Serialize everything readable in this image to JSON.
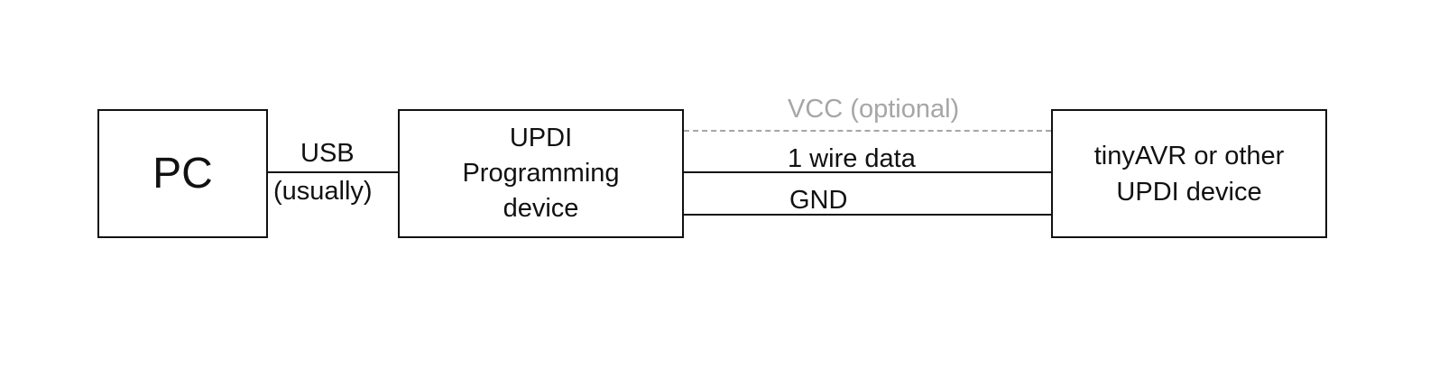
{
  "diagram": {
    "nodes": [
      {
        "id": "pc",
        "label": "PC"
      },
      {
        "id": "programmer",
        "label": "UPDI\nProgramming\ndevice"
      },
      {
        "id": "target",
        "label": "tinyAVR or other\nUPDI device"
      }
    ],
    "connections": {
      "usb": {
        "label": "USB",
        "sublabel": "(usually)"
      },
      "vcc": {
        "label": "VCC (optional)",
        "style": "dashed",
        "color": "#a6a6a6"
      },
      "data": {
        "label": "1 wire data",
        "style": "solid"
      },
      "gnd": {
        "label": "GND",
        "style": "solid"
      }
    }
  }
}
